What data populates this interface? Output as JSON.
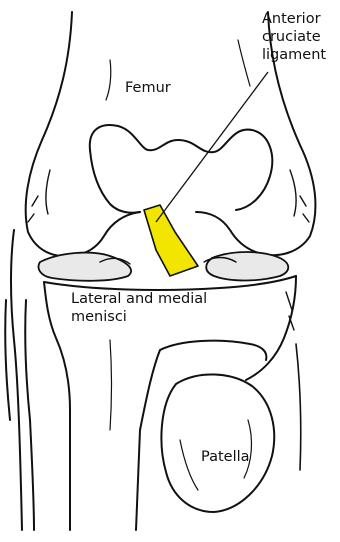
{
  "labels": {
    "acl_line1": "Anterior",
    "acl_line2": "cruciate",
    "acl_line3": "ligament",
    "femur": "Femur",
    "menisci_line1": "Lateral and medial",
    "menisci_line2": "menisci",
    "patella": "Patella"
  },
  "colors": {
    "ligament": "#f2e600",
    "outline": "#111111",
    "background": "#ffffff"
  }
}
